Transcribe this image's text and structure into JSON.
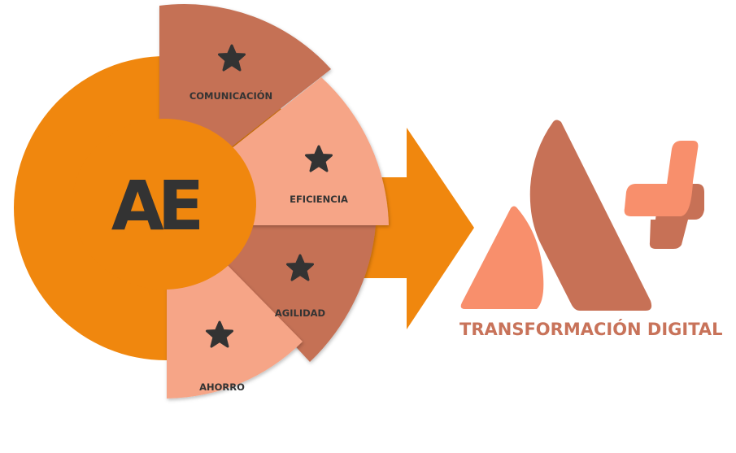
{
  "center_logo": "AE",
  "colors": {
    "orange": "#f0870e",
    "dark_segment": "#c57155",
    "light_segment": "#f6a587",
    "logo_light": "#f88f6c",
    "logo_dark": "#c77156",
    "text_dark": "#333333"
  },
  "segments": [
    {
      "label": "COMUNICACIÓN",
      "icon": "star-icon"
    },
    {
      "label": "EFICIENCIA",
      "icon": "star-icon"
    },
    {
      "label": "AGILIDAD",
      "icon": "star-icon"
    },
    {
      "label": "AHORRO",
      "icon": "star-icon"
    }
  ],
  "result": {
    "title": "TRANSFORMACIÓN DIGITAL"
  }
}
